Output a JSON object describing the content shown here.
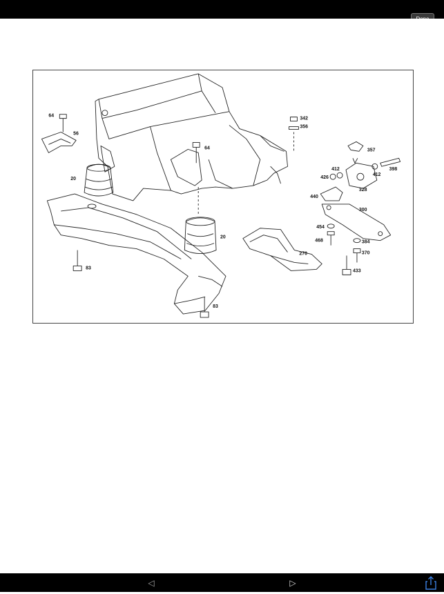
{
  "toolbar": {
    "done_label": "Done"
  },
  "diagram": {
    "part_labels": {
      "l64a": "64",
      "l56": "56",
      "l20a": "20",
      "l83a": "83",
      "l64b": "64",
      "l20b": "20",
      "l83b": "83",
      "l342": "342",
      "l356": "356",
      "l357": "357",
      "l412a": "412",
      "l398": "398",
      "l426": "426",
      "l412b": "412",
      "l328": "328",
      "l440": "440",
      "l300": "300",
      "l454": "454",
      "l468": "468",
      "l384": "384",
      "l370": "370",
      "l433": "433",
      "l270": "270"
    }
  },
  "nav": {
    "prev_icon": "triangle-left-icon",
    "next_icon": "triangle-right-icon",
    "share_icon": "share-icon"
  }
}
